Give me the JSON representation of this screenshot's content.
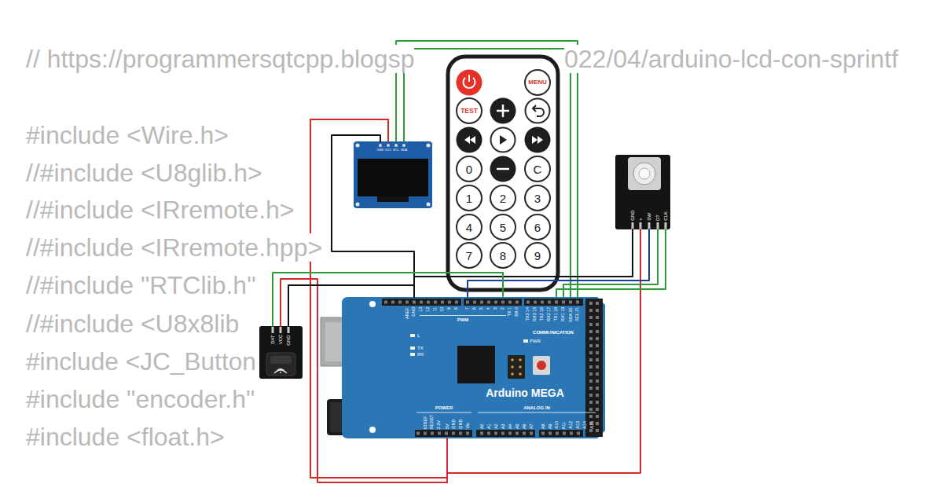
{
  "diagram": {
    "nodes": [
      {
        "text": [
          "GND",
          "VCC",
          "SCL",
          "SDA"
        ]
      },
      {
        "text": [
          "MENU"
        ]
      },
      {
        "text": [
          "TEST"
        ]
      },
      {
        "text": [
          "0"
        ]
      },
      {
        "text": [
          "C"
        ]
      },
      {
        "text": [
          "1"
        ]
      },
      {
        "text": [
          "2"
        ]
      },
      {
        "text": [
          "3"
        ]
      },
      {
        "text": [
          "4"
        ]
      },
      {
        "text": [
          "5"
        ]
      },
      {
        "text": [
          "6"
        ]
      },
      {
        "text": [
          "7"
        ]
      },
      {
        "text": [
          "8"
        ]
      },
      {
        "text": [
          "9"
        ]
      },
      {
        "text": [
          "GND",
          "+",
          "SW",
          "DT",
          "CLK"
        ]
      },
      {
        "text": [
          "DAT",
          "VCC",
          "GND"
        ]
      },
      {
        "text": [
          "AREF",
          "GND",
          "13",
          "12",
          "11",
          "10",
          "9",
          "8",
          "7",
          "6",
          "5",
          "4",
          "3",
          "2",
          "TX 1",
          "RX 0",
          "TX3 14",
          "RX3 15",
          "TX2 16",
          "RX2 17",
          "TX1 18",
          "RX1 19",
          "SDA 20",
          "SCL 21",
          "PWM",
          "COMMUNICATION",
          "L",
          "TX",
          "RX",
          "PWR",
          "Arduino MEGA",
          "IOREF",
          "RESET",
          "3.3V",
          "5V",
          "GND",
          "GND",
          "Vin",
          "POWER",
          "ANALOG IN",
          "A0",
          "A1",
          "A2",
          "A3",
          "A4",
          "A5",
          "A6",
          "A7",
          "A8",
          "A9",
          "A10",
          "A11",
          "A12",
          "A13",
          "A14",
          "A15"
        ]
      }
    ],
    "edges": [
      {
        "from": 0,
        "to": 16,
        "arrow": "none"
      },
      {
        "from": 0,
        "to": 16,
        "arrow": "none"
      },
      {
        "from": 0,
        "to": 16,
        "arrow": "none"
      },
      {
        "from": 0,
        "to": 16,
        "arrow": "none"
      },
      {
        "from": 14,
        "to": 16,
        "arrow": "none"
      },
      {
        "from": 14,
        "to": 16,
        "arrow": "none"
      },
      {
        "from": 14,
        "to": 16,
        "arrow": "none"
      },
      {
        "from": 14,
        "to": 16,
        "arrow": "none"
      },
      {
        "from": 14,
        "to": 16,
        "arrow": "none"
      },
      {
        "from": 15,
        "to": 16,
        "arrow": "none"
      },
      {
        "from": 15,
        "to": 16,
        "arrow": "none"
      },
      {
        "from": 15,
        "to": 16,
        "arrow": "none"
      }
    ],
    "labels": [
      "// https://programmersqtcpp.blogsp",
      "022/04/arduino-lcd-con-sprintf",
      "#include <Wire.h>",
      "//#include <U8glib.h>",
      "//#include <IRremote.h>",
      "//#include <IRremote.hpp>",
      "//#include \"RTClib.h\"",
      "//#include <U8x8lib",
      "#include <JC_Button",
      "#include \"encoder.h\"",
      "#include <float.h>"
    ]
  }
}
